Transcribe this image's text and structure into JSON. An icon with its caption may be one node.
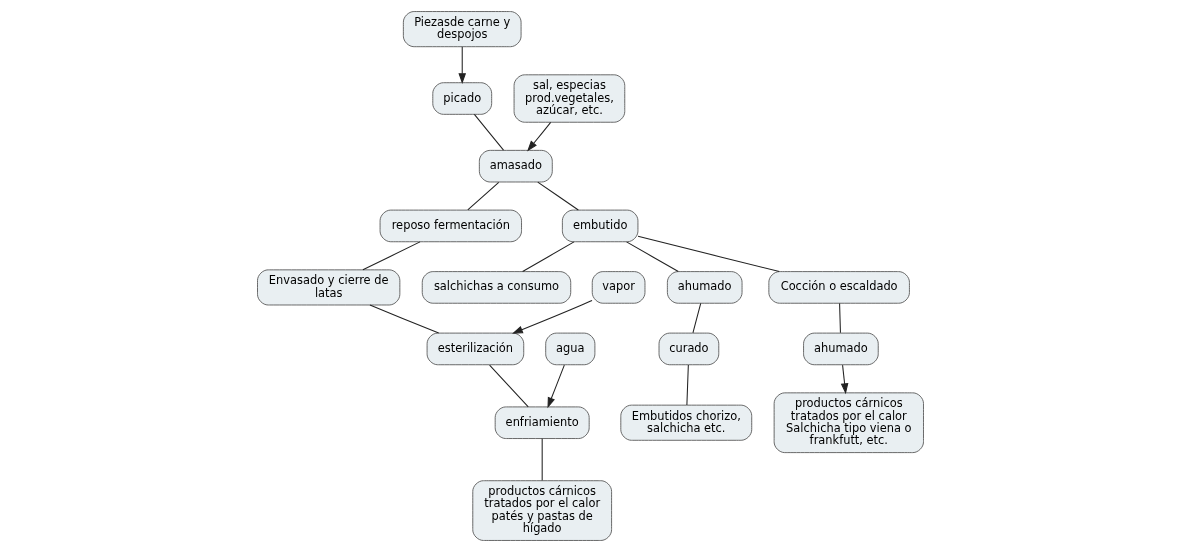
{
  "diagram": {
    "nodes": [
      {
        "text": [
          "Piezasde carne y despojos"
        ]
      },
      {
        "text": [
          "picado"
        ]
      },
      {
        "text": [
          "amasado"
        ]
      },
      {
        "text": [
          "sal, especias prod.vegetales, azúcar, etc."
        ]
      },
      {
        "text": [
          "reposo fermentación"
        ]
      },
      {
        "text": [
          "Envasado y cierre de latas"
        ]
      },
      {
        "text": [
          "embutido"
        ]
      },
      {
        "text": [
          "salchichas a consumo"
        ]
      },
      {
        "text": [
          "ahumado"
        ]
      },
      {
        "text": [
          "Cocción o escaldado"
        ]
      },
      {
        "text": [
          "esterilización"
        ]
      },
      {
        "text": [
          "vapor"
        ]
      },
      {
        "text": [
          "curado"
        ]
      },
      {
        "text": [
          "ahumado"
        ]
      },
      {
        "text": [
          "enfriamiento"
        ]
      },
      {
        "text": [
          "agua"
        ]
      },
      {
        "text": [
          "Embutidos chorizo, salchicha etc."
        ]
      },
      {
        "text": [
          "productos cárnicos tratados por el calor Salchicha tipo viena o frankfutt, etc."
        ]
      },
      {
        "text": [
          "productos cárnicos tratados por el calor patés y pastas de hígado"
        ]
      }
    ],
    "edges": [
      {
        "from": 0,
        "to": 1,
        "arrow": "to"
      },
      {
        "from": 1,
        "to": 2,
        "arrow": "none"
      },
      {
        "from": 3,
        "to": 2,
        "arrow": "to"
      },
      {
        "from": 2,
        "to": 6,
        "arrow": "none"
      },
      {
        "from": 2,
        "to": 4,
        "arrow": "none"
      },
      {
        "from": 4,
        "to": 5,
        "arrow": "none"
      },
      {
        "from": 6,
        "to": 7,
        "arrow": "none"
      },
      {
        "from": 6,
        "to": 8,
        "arrow": "none"
      },
      {
        "from": 6,
        "to": 9,
        "arrow": "none"
      },
      {
        "from": 8,
        "to": 12,
        "arrow": "none"
      },
      {
        "from": 12,
        "to": 16,
        "arrow": "none"
      },
      {
        "from": 9,
        "to": 13,
        "arrow": "none"
      },
      {
        "from": 13,
        "to": 17,
        "arrow": "to"
      },
      {
        "from": 5,
        "to": 10,
        "arrow": "none"
      },
      {
        "from": 11,
        "to": 10,
        "arrow": "to"
      },
      {
        "from": 10,
        "to": 14,
        "arrow": "none"
      },
      {
        "from": 15,
        "to": 14,
        "arrow": "to"
      },
      {
        "from": 14,
        "to": 18,
        "arrow": "none"
      }
    ]
  }
}
